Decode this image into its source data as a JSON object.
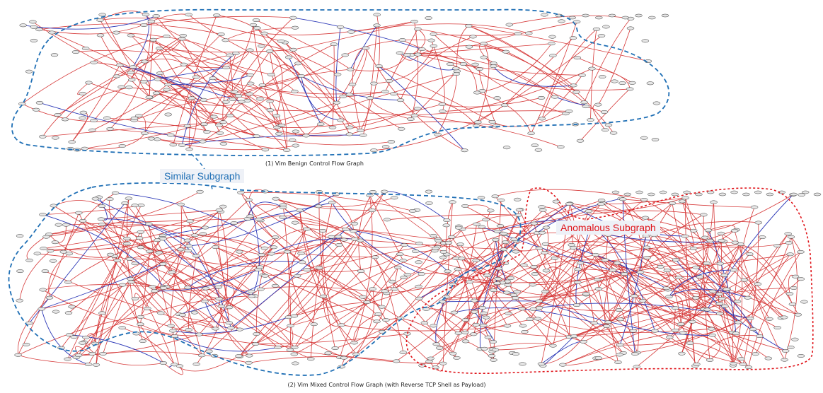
{
  "captions": {
    "benign": "(1) Vim Benign Control Flow Graph",
    "mixed": "(2) Vim Mixed Control Flow Graph (with Reverse TCP Shell as Payload)"
  },
  "labels": {
    "similar": "Similar Subgraph",
    "anomalous": "Anomalous Subgraph"
  },
  "colors": {
    "similar_outline": "#1f6fb5",
    "anomalous_outline": "#e0151b",
    "edge_red": "#d63a3a",
    "edge_blue": "#2e3ab8",
    "node_fill": "#e6e6e6",
    "node_stroke": "#333333"
  }
}
